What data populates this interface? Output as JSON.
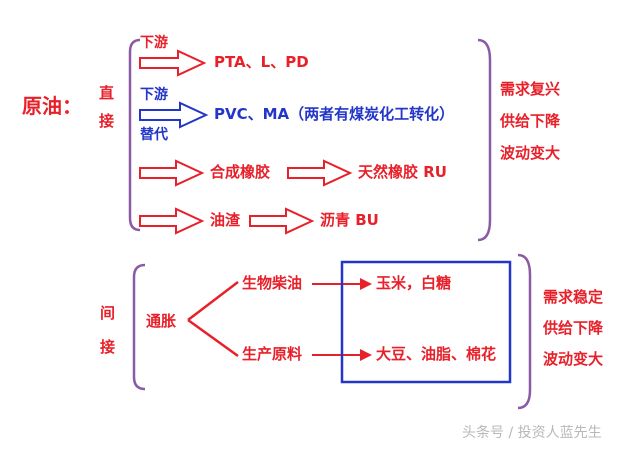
{
  "title": "原油：",
  "direct": {
    "label_top": "直",
    "label_bottom": "接",
    "rows": [
      {
        "tag": "下游",
        "target": "PTA、L、PD"
      },
      {
        "tag_top": "下游",
        "tag_bottom": "替代",
        "target": "PVC、MA（两者有煤炭化工转化）"
      },
      {
        "first": "合成橡胶",
        "second": "天然橡胶  RU"
      },
      {
        "first": "油渣",
        "second": "沥青  BU"
      }
    ],
    "notes": [
      "需求复兴",
      "供给下降",
      "波动变大"
    ]
  },
  "indirect": {
    "label_top": "间",
    "label_bottom": "接",
    "hub": "通胀",
    "branches": [
      {
        "source": "生物柴油",
        "target": "玉米，白糖"
      },
      {
        "source": "生产原料",
        "target": "大豆、油脂、棉花"
      }
    ],
    "notes": [
      "需求稳定",
      "供给下降",
      "波动变大"
    ]
  },
  "watermark": "头条号 / 投资人蓝先生",
  "colors": {
    "red": "#e8202a",
    "blue": "#2336c8",
    "bracket": "#8b5aa6"
  }
}
